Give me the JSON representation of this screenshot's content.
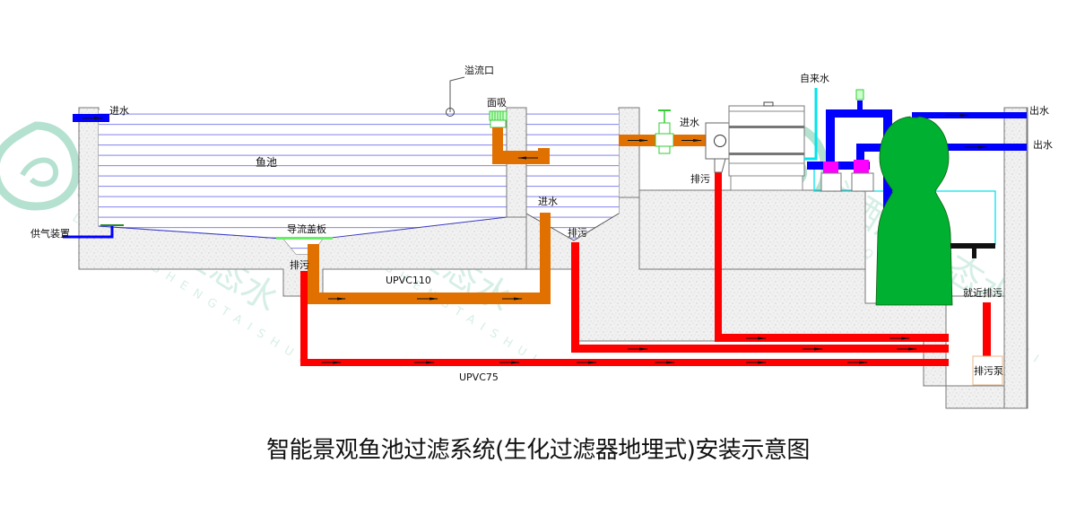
{
  "title": "智能景观鱼池过滤系统(生化过滤器地埋式)安装示意图",
  "watermark": {
    "brand": "龙栖源·生态水",
    "pinyin": "LONGQISHENGTAISHUI",
    "color": "#a8dcc8"
  },
  "labels": {
    "pond_inlet": "进水",
    "air_supply": "供气装置",
    "fish_pond": "鱼池",
    "overflow": "溢流口",
    "surface_skimmer": "面吸",
    "deflector_cover": "导流盖板",
    "pond_drain": "排污",
    "pipe_upvc110": "UPVC110",
    "pipe_upvc75": "UPVC75",
    "settling_inlet": "进水",
    "settling_drain": "排污",
    "filter_inlet": "进水",
    "filter_drain": "排污",
    "tap_water": "自来水",
    "outlet_1": "出水",
    "outlet_2": "出水",
    "nearby_drain": "就近排污",
    "sewage_pump": "排污泵"
  },
  "colors": {
    "water_line": "#8c8cf0",
    "inlet_pipe_blue": "#0000ff",
    "transfer_pipe_orange": "#e07000",
    "drain_pipe_red": "#ff0000",
    "tap_water_cyan": "#00e5ee",
    "valve_magenta": "#ff00ff",
    "biofilter_green": "#00b030",
    "deflector_green": "#66ee66",
    "concrete": "#eeeeee"
  }
}
